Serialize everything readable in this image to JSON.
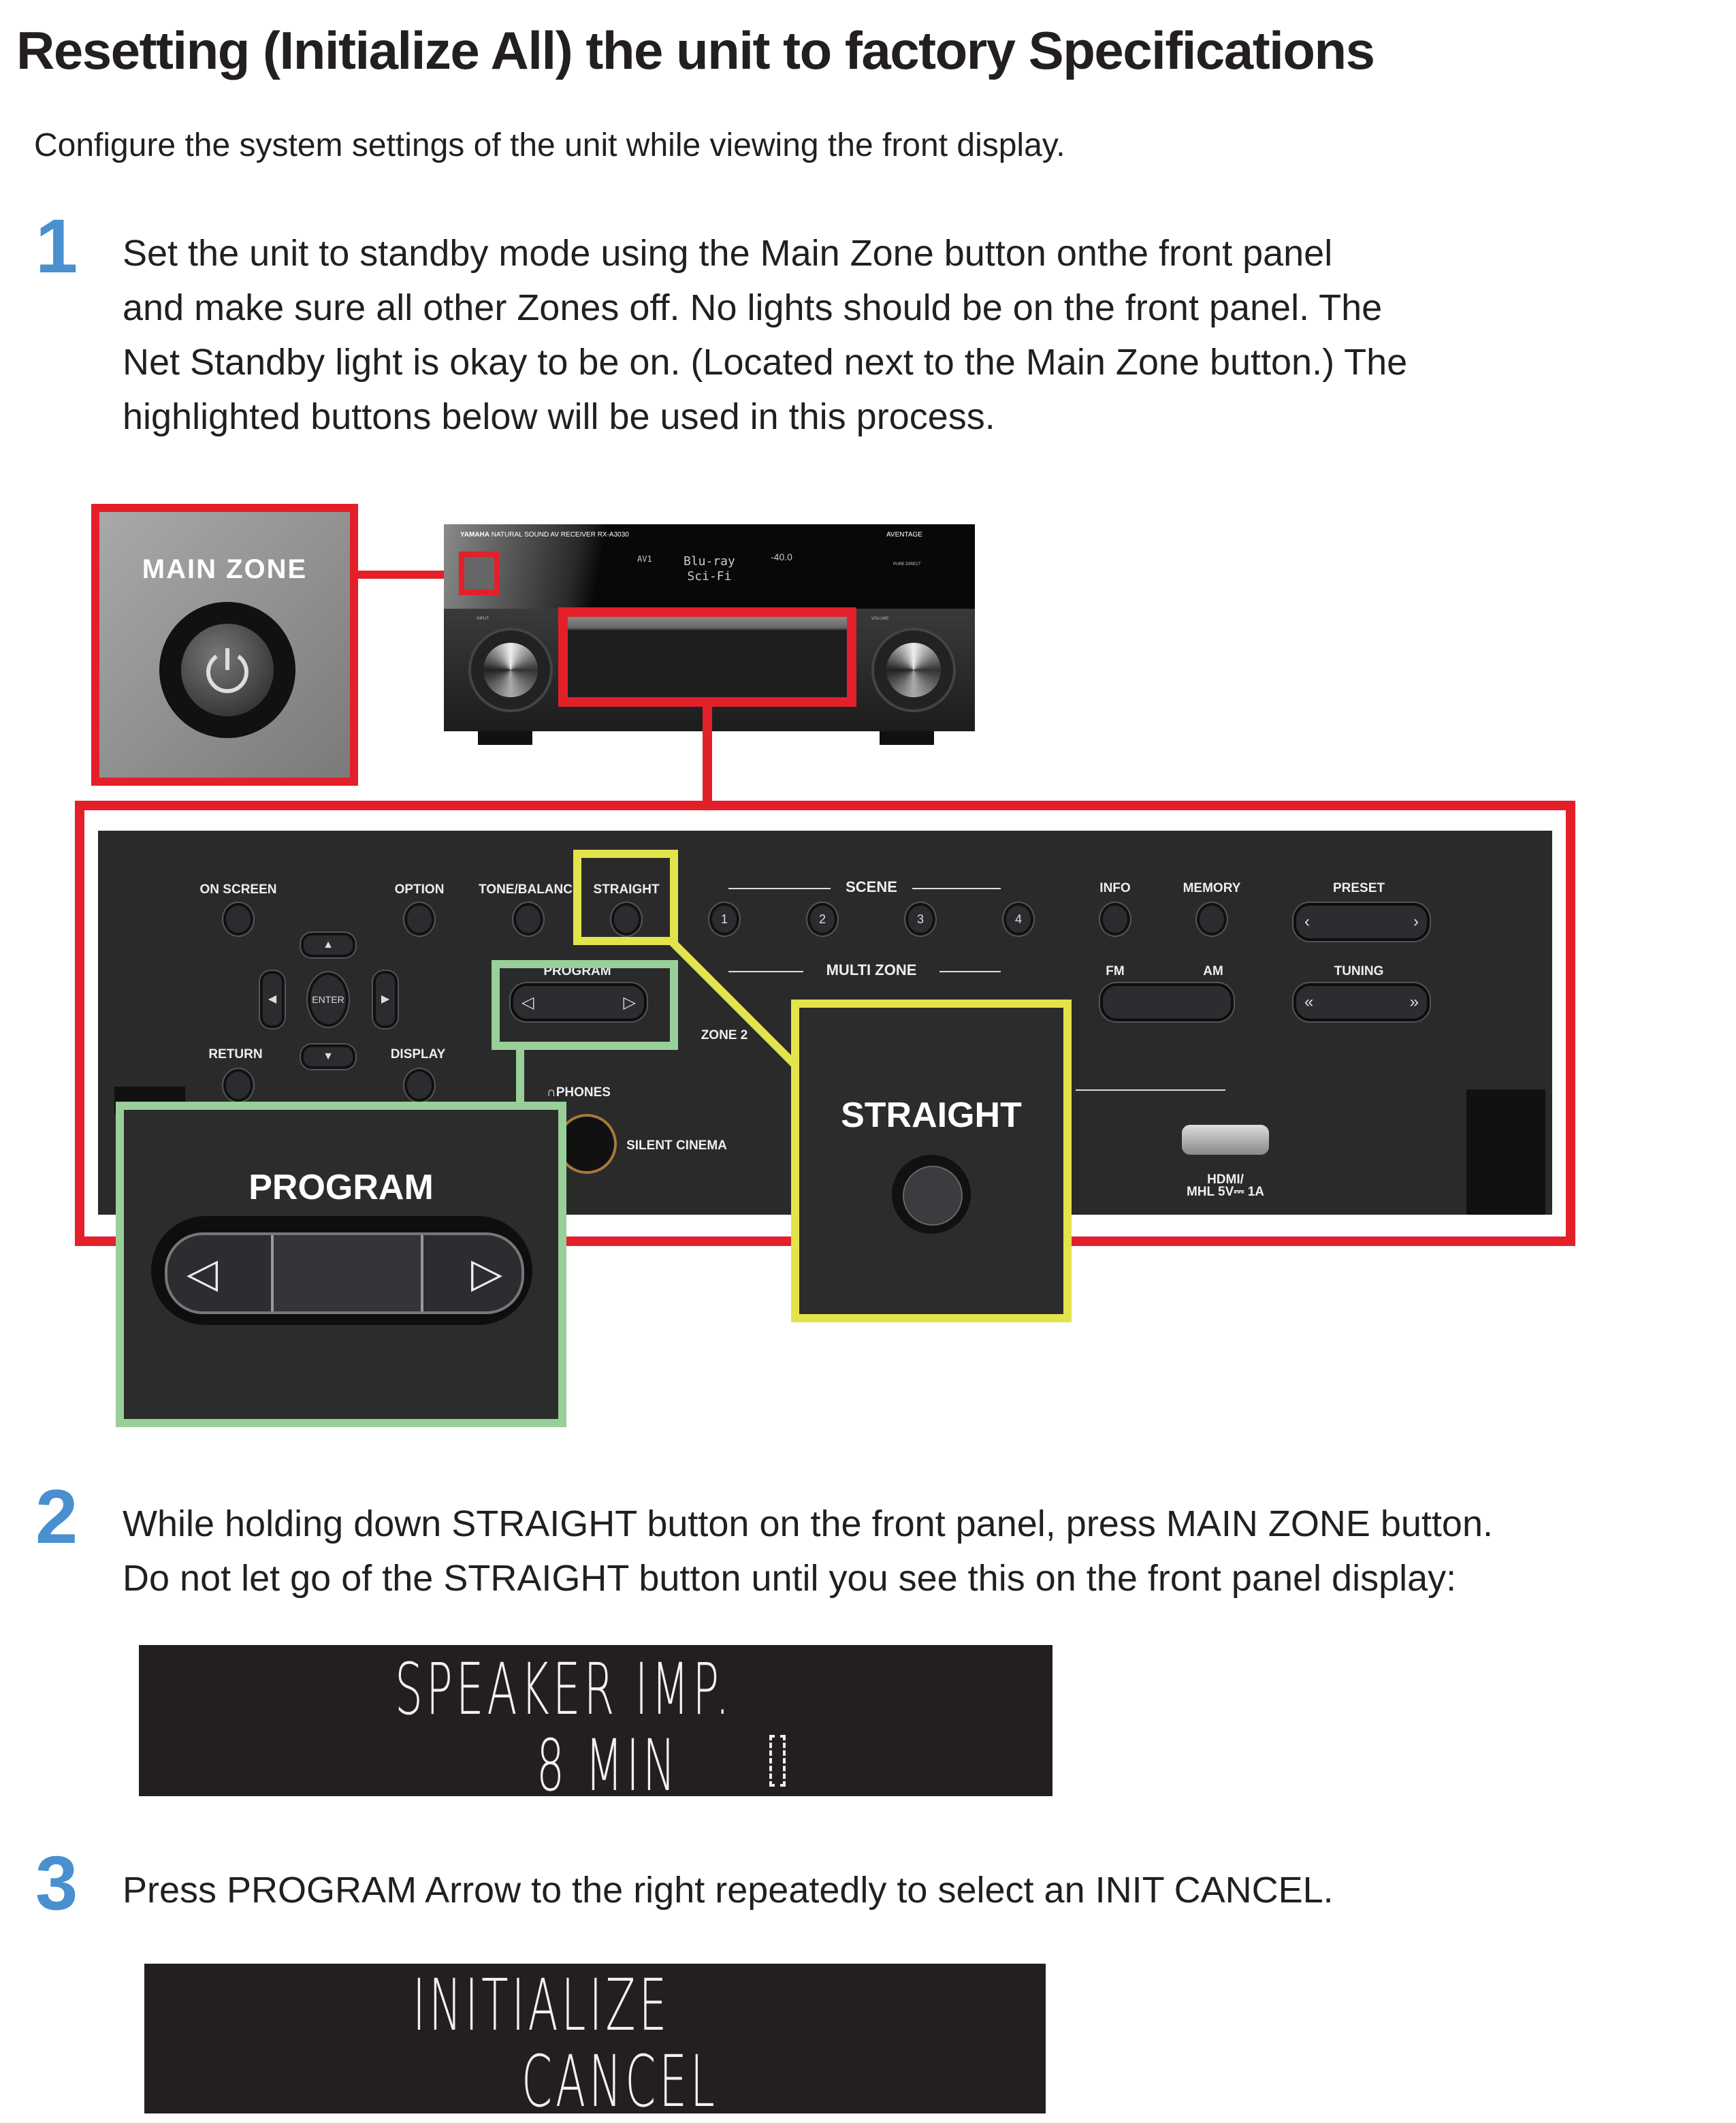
{
  "title": "Resetting (Initialize All) the unit to factory Specifications",
  "subtitle": "Configure the system settings of the unit while viewing the front display.",
  "colors": {
    "step_number": "#4a8fcf",
    "red_highlight": "#e3202a",
    "yellow_highlight": "#e3e34c",
    "green_highlight": "#99cf99",
    "display_bg": "#231f20"
  },
  "steps": [
    {
      "number": "1",
      "lines": [
        "Set the unit to standby mode using the Main Zone button onthe front panel",
        "and make sure all other Zones off.  No lights should be on the front panel.  The",
        "Net Standby light is okay to be on.  (Located next to the Main Zone button.)  The",
        "highlighted buttons below will be used in this process."
      ]
    },
    {
      "number": "2",
      "lines": [
        "While holding down STRAIGHT button on the front panel, press  MAIN ZONE button.",
        "Do not let go of the STRAIGHT button until you see this on the front panel display:"
      ]
    },
    {
      "number": "3",
      "lines": [
        "Press PROGRAM Arrow to the right repeatedly to select an INIT CANCEL."
      ]
    }
  ],
  "main_zone_callout": {
    "label": "MAIN ZONE",
    "icon": "power-icon"
  },
  "receiver": {
    "brand": "YAMAHA",
    "model_text": "NATURAL SOUND AV RECEIVER  RX-A3030",
    "series": "AVENTAGE",
    "display_input": "AV1",
    "display_line1": "Blu-ray",
    "display_line2": "Sci-Fi",
    "volume": "-40.0",
    "input_label": "INPUT",
    "volume_label": "VOLUME",
    "pure_direct": "PURE DIRECT"
  },
  "panel": {
    "on_screen": "ON SCREEN",
    "option": "OPTION",
    "tone": "TONE/BALANC",
    "straight": "STRAIGHT",
    "scene": "SCENE",
    "scene_buttons": [
      "1",
      "2",
      "3",
      "4"
    ],
    "info": "INFO",
    "memory": "MEMORY",
    "preset": "PRESET",
    "enter": "ENTER",
    "return": "RETURN",
    "display": "DISPLAY",
    "program": "PROGRAM",
    "multi_zone": "MULTI ZONE",
    "fm": "FM",
    "am": "AM",
    "tuning": "TUNING",
    "zone2": "ZONE 2",
    "phones": "PHONES",
    "silent_cinema": "SILENT CINEMA",
    "hdmi_1": "HDMI/",
    "hdmi_2": "MHL 5V⎓ 1A"
  },
  "straight_callout": {
    "label": "STRAIGHT"
  },
  "program_callout": {
    "label": "PROGRAM"
  },
  "display1": {
    "line1": "SPEAKER IMP.",
    "line2": "8 MIN"
  },
  "display2": {
    "line1": "INITIALIZE",
    "line2": "CANCEL"
  }
}
